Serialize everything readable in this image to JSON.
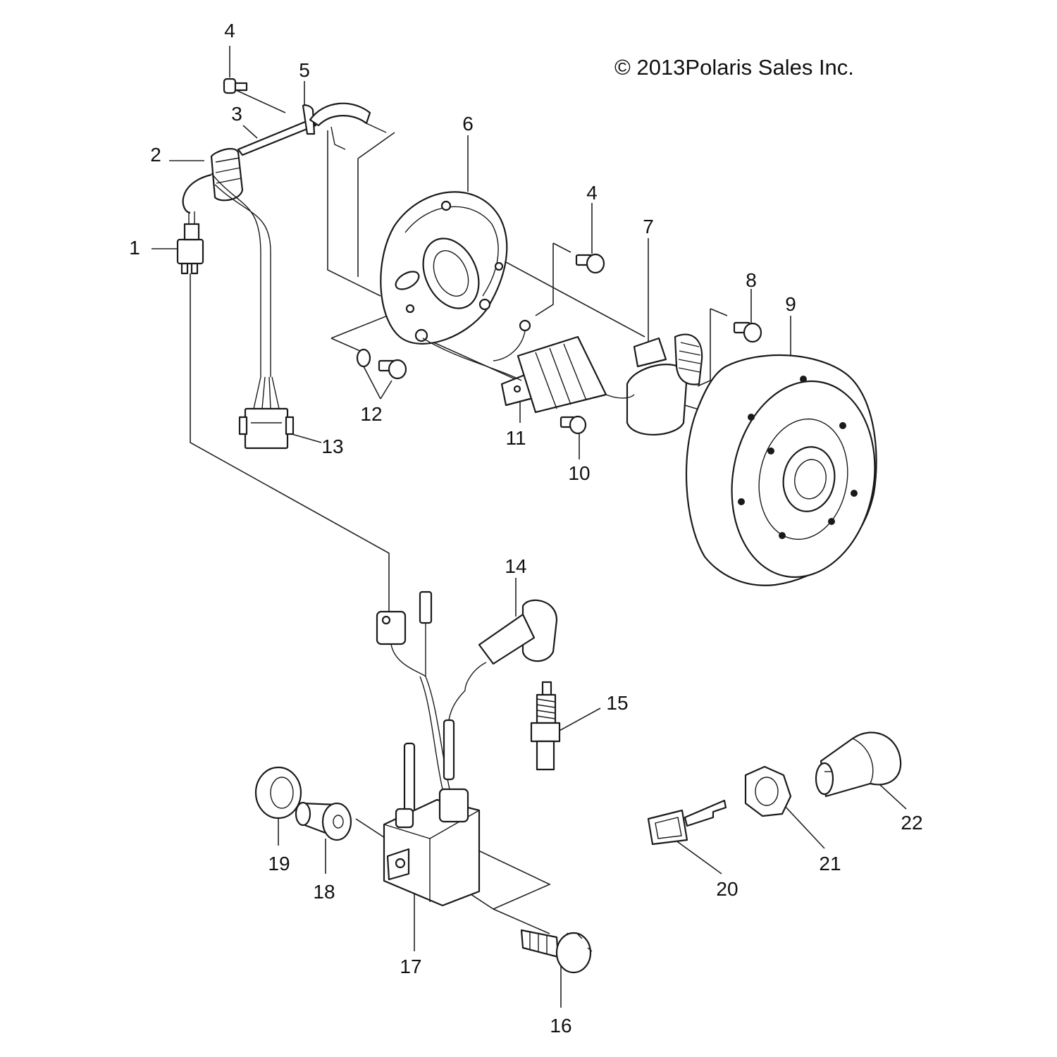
{
  "copyright": "© 2013Polaris Sales Inc.",
  "callouts": [
    {
      "id": "1",
      "text": "1"
    },
    {
      "id": "2",
      "text": "2"
    },
    {
      "id": "3",
      "text": "3"
    },
    {
      "id": "4a",
      "text": "4"
    },
    {
      "id": "5",
      "text": "5"
    },
    {
      "id": "6",
      "text": "6"
    },
    {
      "id": "4b",
      "text": "4"
    },
    {
      "id": "7",
      "text": "7"
    },
    {
      "id": "8",
      "text": "8"
    },
    {
      "id": "9",
      "text": "9"
    },
    {
      "id": "10",
      "text": "10"
    },
    {
      "id": "11",
      "text": "11"
    },
    {
      "id": "12",
      "text": "12"
    },
    {
      "id": "13",
      "text": "13"
    },
    {
      "id": "14",
      "text": "14"
    },
    {
      "id": "15",
      "text": "15"
    },
    {
      "id": "16",
      "text": "16"
    },
    {
      "id": "17",
      "text": "17"
    },
    {
      "id": "18",
      "text": "18"
    },
    {
      "id": "19",
      "text": "19"
    },
    {
      "id": "20",
      "text": "20"
    },
    {
      "id": "21",
      "text": "21"
    },
    {
      "id": "22",
      "text": "22"
    }
  ]
}
